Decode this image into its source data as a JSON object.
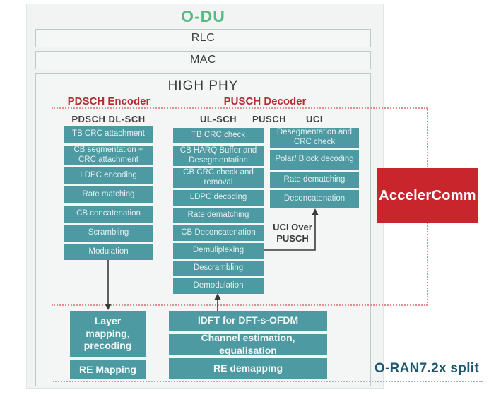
{
  "odu": {
    "title": "O-DU"
  },
  "layers": {
    "rlc": "RLC",
    "mac": "MAC",
    "high_phy": "HIGH PHY"
  },
  "encoder": {
    "label": "PDSCH Encoder",
    "header": "PDSCH DL-SCH",
    "blocks": [
      "TB CRC attachment",
      "CB segmentation + CRC attachment",
      "LDPC encoding",
      "Rate matching",
      "CB concatenation",
      "Scrambling",
      "Modulation"
    ]
  },
  "decoder": {
    "label": "PUSCH Decoder",
    "ulsch_header": "UL-SCH",
    "pusch_header": "PUSCH",
    "uci_header": "UCI",
    "ulsch_blocks": [
      "TB CRC check",
      "CB HARQ Buffer and Desegmentation",
      "CB CRC check and removal",
      "LDPC decoding",
      "Rate dematching",
      "CB Deconcatenation",
      "Demuliplexing",
      "Descrambling",
      "Demodulation"
    ],
    "uci_blocks": [
      "Desegmentation and CRC check",
      "Polar/ Block decoding",
      "Rate dematching",
      "Deconcatenation"
    ],
    "uci_over_pusch_line1": "UCI Over",
    "uci_over_pusch_line2": "PUSCH"
  },
  "lower_phy": {
    "left_blocks": [
      "Layer mapping, precoding",
      "RE Mapping"
    ],
    "right_blocks": [
      "IDFT for DFT-s-OFDM",
      "Channel estimation, equalisation",
      "RE demapping"
    ]
  },
  "vendor_label": "AccelerComm",
  "split_label": "O-RAN7.2x split",
  "colors": {
    "teal_block": "#4d9aa2",
    "vendor_red": "#c8252c",
    "label_red": "#b62b33",
    "odu_green": "#57bb81",
    "split_dark_teal": "#1a5770",
    "dashed_red": "#dc9090",
    "dashed_gray": "#9eb4ba"
  }
}
